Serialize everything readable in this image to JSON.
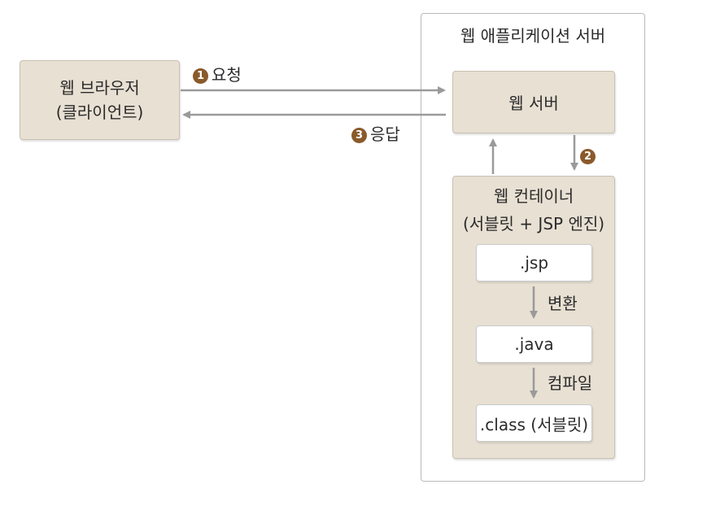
{
  "app_server": {
    "title": "웹 애플리케이션 서버"
  },
  "browser": {
    "line1": "웹 브라우저",
    "line2": "(클라이언트)"
  },
  "web_server": {
    "label": "웹 서버"
  },
  "container": {
    "line1": "웹 컨테이너",
    "line2": "(서블릿 + JSP 엔진)"
  },
  "files": {
    "jsp": ".jsp",
    "java": ".java",
    "class": ".class (서블릿)"
  },
  "steps": {
    "request": {
      "number": "1",
      "label": "요청"
    },
    "forward": {
      "number": "2"
    },
    "response": {
      "number": "3",
      "label": "응답"
    },
    "convert": {
      "label": "변환"
    },
    "compile": {
      "label": "컴파일"
    }
  },
  "colors": {
    "box_fill": "#e8e0d3",
    "box_border": "#c9c0b2",
    "badge": "#8a5a2b",
    "arrow": "#9a9a9a"
  }
}
